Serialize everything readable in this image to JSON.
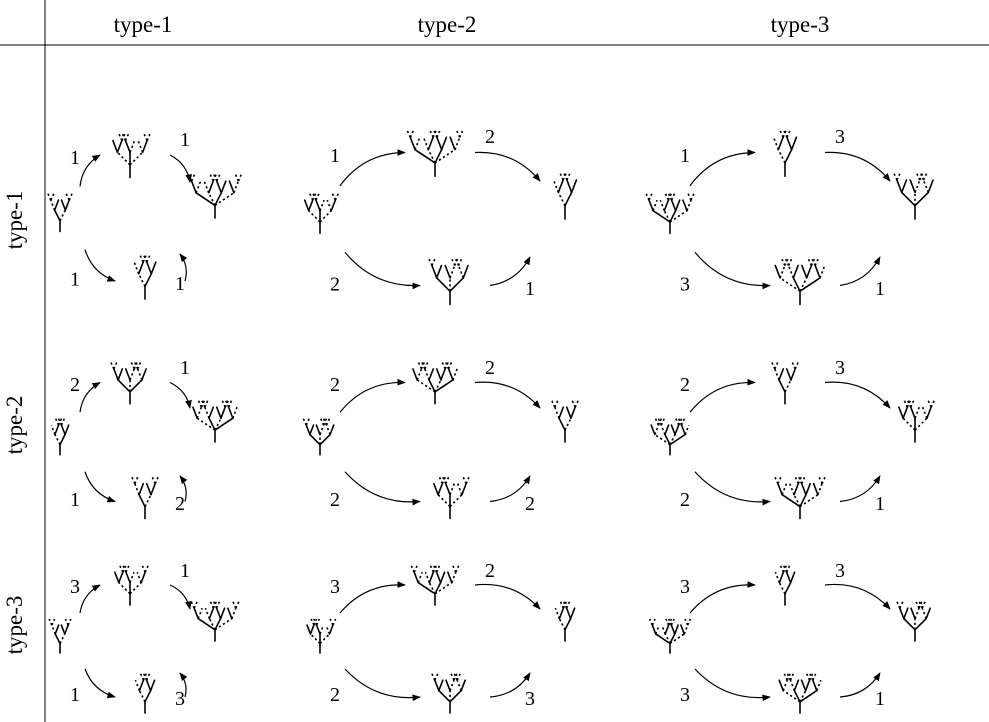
{
  "columns": [
    "type-1",
    "type-2",
    "type-3"
  ],
  "rows": [
    "type-1",
    "type-2",
    "type-3"
  ],
  "cells": [
    {
      "id": "r1c1",
      "top": "1",
      "right": "1",
      "bottom_left": "1",
      "bottom_right": "1"
    },
    {
      "id": "r1c2",
      "top": "1",
      "right": "2",
      "bottom_left": "2",
      "bottom_right": "1"
    },
    {
      "id": "r1c3",
      "top": "1",
      "right": "3",
      "bottom_left": "3",
      "bottom_right": "1"
    },
    {
      "id": "r2c1",
      "top": "2",
      "right": "1",
      "bottom_left": "1",
      "bottom_right": "2"
    },
    {
      "id": "r2c2",
      "top": "2",
      "right": "2",
      "bottom_left": "2",
      "bottom_right": "2"
    },
    {
      "id": "r2c3",
      "top": "2",
      "right": "3",
      "bottom_left": "2",
      "bottom_right": "1"
    },
    {
      "id": "r3c1",
      "top": "3",
      "right": "1",
      "bottom_left": "1",
      "bottom_right": "3"
    },
    {
      "id": "r3c2",
      "top": "3",
      "right": "2",
      "bottom_left": "2",
      "bottom_right": "3"
    },
    {
      "id": "r3c3",
      "top": "3",
      "right": "3",
      "bottom_left": "3",
      "bottom_right": "1"
    }
  ]
}
